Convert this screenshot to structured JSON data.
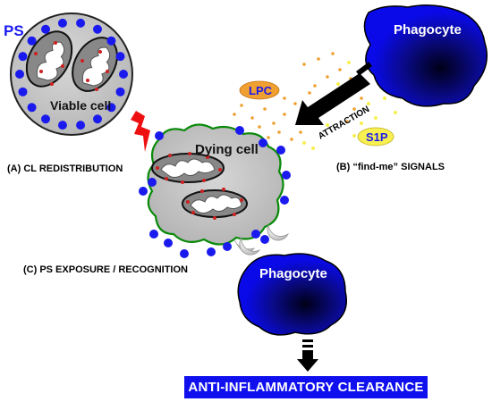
{
  "labels": {
    "ps": "PS",
    "viable_cell": "Viable cell",
    "dying_cell": "Dying cell",
    "phagocyte_top": "Phagocyte",
    "phagocyte_bottom": "Phagocyte",
    "lpc": "LPC",
    "s1p": "S1P",
    "attraction": "ATTRACTION",
    "step_a": "(A) CL REDISTRIBUTION",
    "step_b": "(B) “find-me” SIGNALS",
    "step_c": "(C) PS EXPOSURE / RECOGNITION",
    "outcome": "ANTI-INFLAMMATORY CLEARANCE"
  },
  "colors": {
    "ps_blue": "#1a1aee",
    "phagocyte_blue": "#0a0ae8",
    "cell_gray": "#c8c8c8",
    "membrane_green": "#0a8a0a",
    "signal_orange": "#f0a030",
    "s1p_yellow": "#f8f050",
    "lightning_red": "#ee1010",
    "cl_red": "#cc2020"
  },
  "icons": {
    "lightning": "lightning-bolt-icon",
    "mitochondrion": "mitochondrion-icon",
    "arrow": "arrow-icon"
  }
}
